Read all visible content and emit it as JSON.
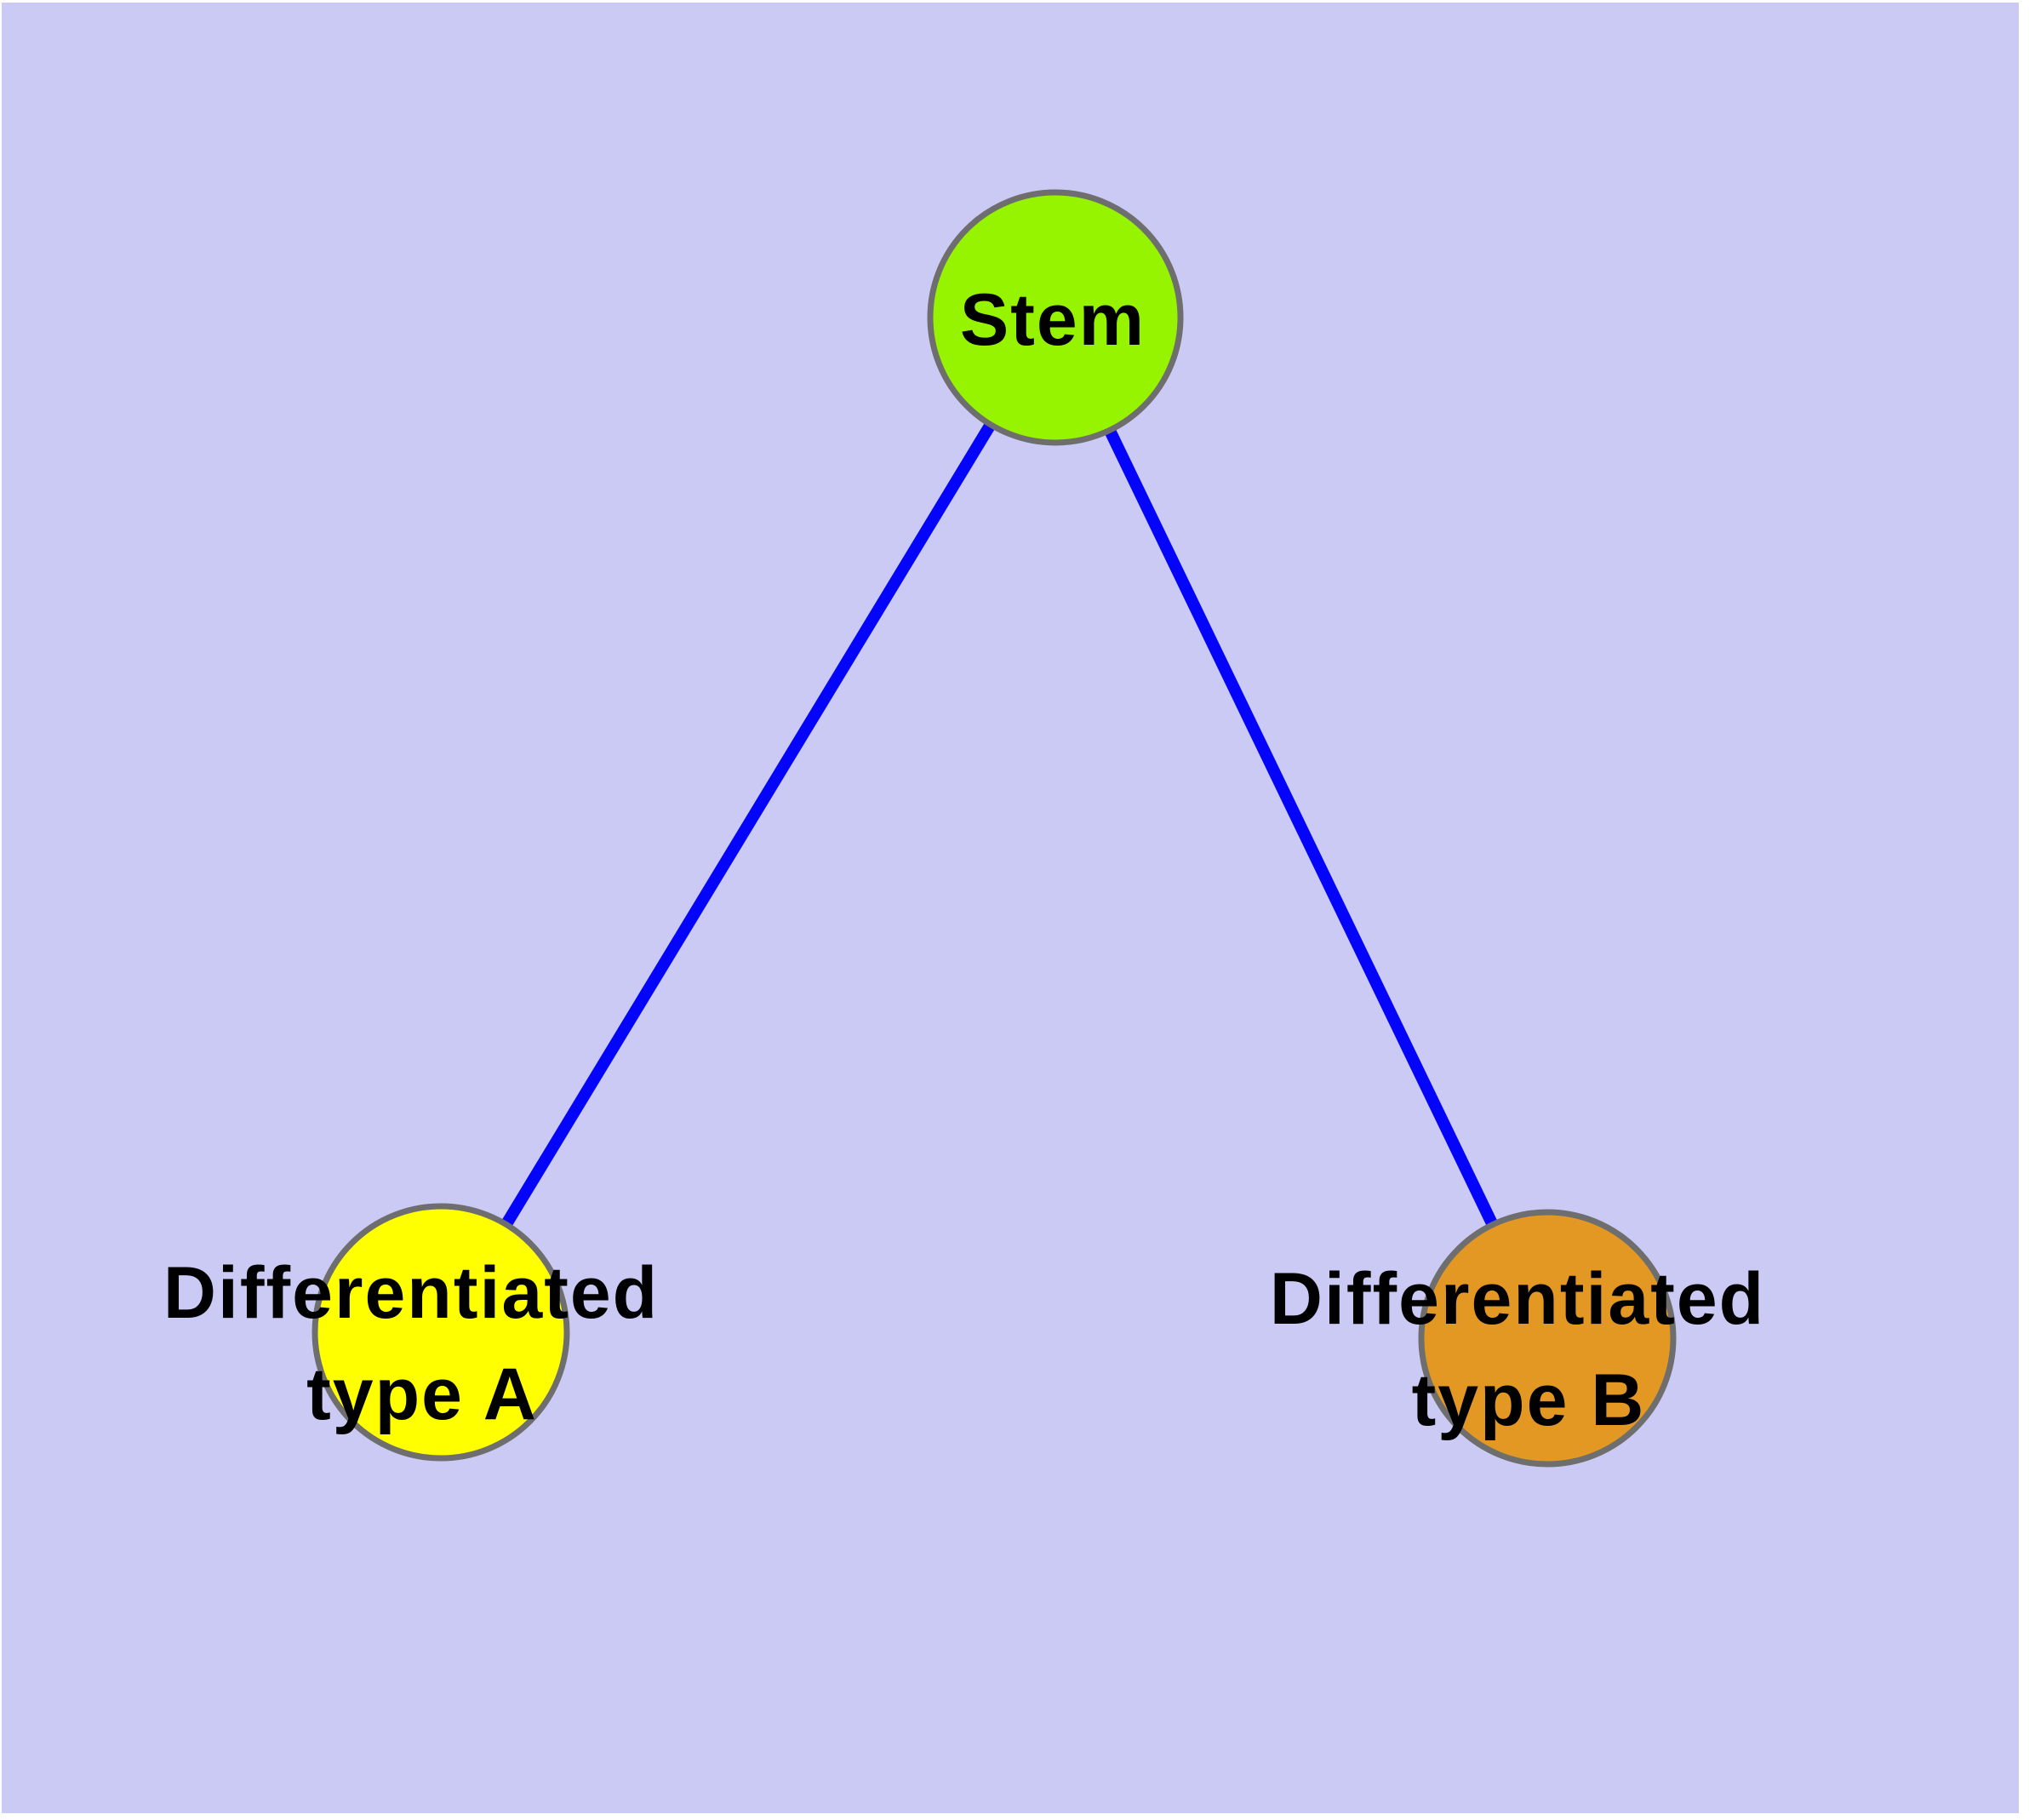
{
  "diagram": {
    "type": "node-link-graph",
    "background_color": "#CACAF4",
    "page_margin_color": "#FFFFFF",
    "node_border_color": "#6E6E6E",
    "edge_color": "#0404FA",
    "label_color": "#000000",
    "nodes": [
      {
        "id": "stem",
        "label": "Stem",
        "fill": "#97F400"
      },
      {
        "id": "differentiated-type-a",
        "label_line1": "Differentiated",
        "label_line2": "type A",
        "label_full": "Differentiated type A",
        "fill": "#FFFF00"
      },
      {
        "id": "differentiated-type-b",
        "label_line1": "Differentiated",
        "label_line2": "type B",
        "label_full": "Differentiated type B",
        "fill": "#E29823"
      }
    ],
    "edges": [
      {
        "from": "Stem",
        "to": "Differentiated type A"
      },
      {
        "from": "Stem",
        "to": "Differentiated type B"
      }
    ]
  }
}
